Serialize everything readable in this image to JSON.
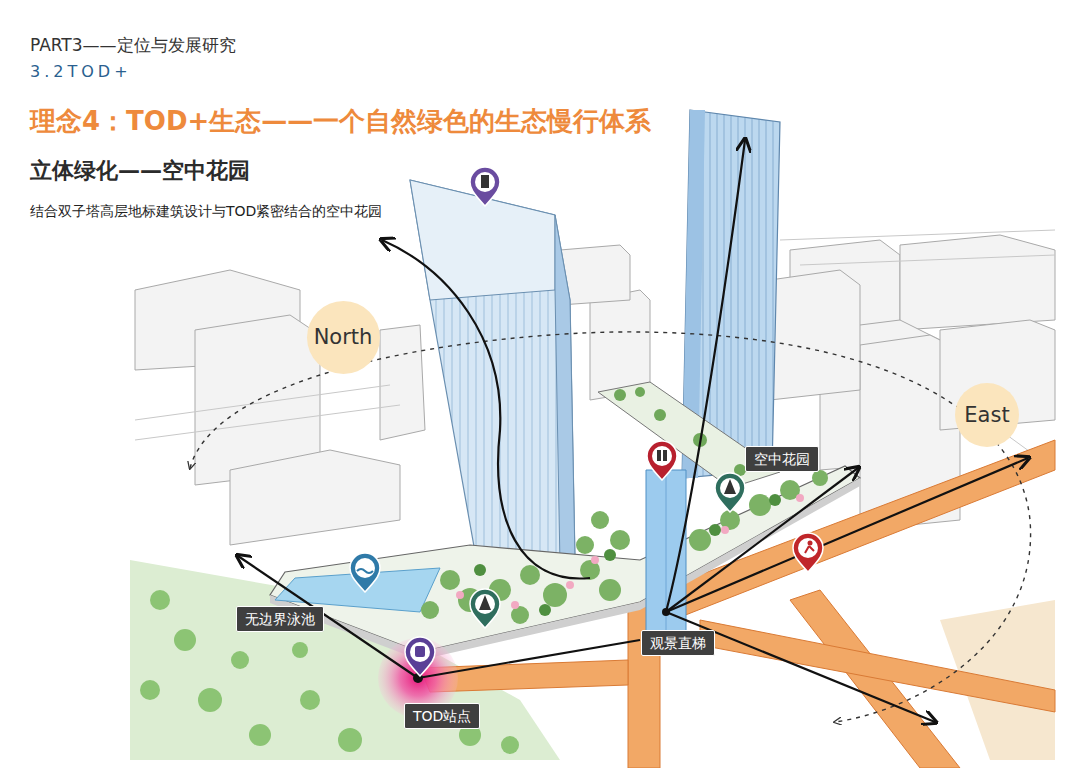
{
  "diagram": {
    "title": "理念4：TOD+生态——一个自然绿色的生态慢行体系",
    "nodes": [
      {
        "text": [
          "North"
        ]
      },
      {
        "text": [
          "East"
        ]
      },
      {
        "text": [
          "空中花园"
        ]
      },
      {
        "text": [
          "无边界泳池"
        ]
      },
      {
        "text": [
          "观景直梯"
        ]
      },
      {
        "text": [
          "TOD站点"
        ]
      }
    ],
    "labels": [
      "PART3——定位与发展研究",
      "3.2TOD+",
      "立体绿化——空中花园",
      "结合双子塔高层地标建筑设计与TOD紧密结合的空中花园"
    ]
  }
}
